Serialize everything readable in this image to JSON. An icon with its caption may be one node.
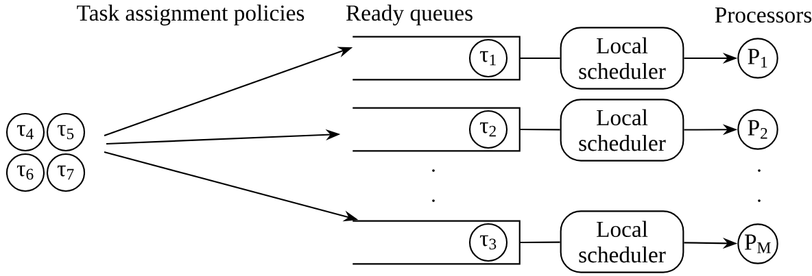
{
  "diagram": {
    "nodes": [
      {
        "text": [
          "τ$_{4}$"
        ]
      },
      {
        "text": [
          "τ$_{5}$"
        ]
      },
      {
        "text": [
          "τ$_{6}$"
        ]
      },
      {
        "text": [
          "τ$_{7}$"
        ]
      },
      {
        "text": [],
        "shape": "box"
      },
      {
        "text": [
          "τ$_{1}$"
        ],
        "in": 4
      },
      {
        "text": [],
        "shape": "box"
      },
      {
        "text": [
          "τ$_{2}$"
        ],
        "in": 6
      },
      {
        "text": [],
        "shape": "box"
      },
      {
        "text": [
          "τ$_{3}$"
        ],
        "in": 8
      },
      {
        "text": [
          "Local scheduler"
        ]
      },
      {
        "text": [
          "Local scheduler"
        ]
      },
      {
        "text": [
          "Local scheduler"
        ]
      },
      {
        "text": [
          "P$_{1}$"
        ]
      },
      {
        "text": [
          "P$_{2}$"
        ]
      },
      {
        "text": [
          "P$_{M}$"
        ]
      }
    ],
    "edges": [
      {
        "from": null,
        "to": 4,
        "arrow": "to"
      },
      {
        "from": null,
        "to": 6,
        "arrow": "to"
      },
      {
        "from": null,
        "to": 8,
        "arrow": "to"
      },
      {
        "from": 4,
        "to": 10,
        "arrow": "none"
      },
      {
        "from": 10,
        "to": 13,
        "arrow": "to"
      },
      {
        "from": 6,
        "to": 11,
        "arrow": "none"
      },
      {
        "from": 11,
        "to": 14,
        "arrow": "to"
      },
      {
        "from": 8,
        "to": 12,
        "arrow": "none"
      },
      {
        "from": 12,
        "to": 15,
        "arrow": "to"
      }
    ],
    "labels": [
      "Task assignment policies",
      "Ready queues",
      "Processors"
    ]
  }
}
